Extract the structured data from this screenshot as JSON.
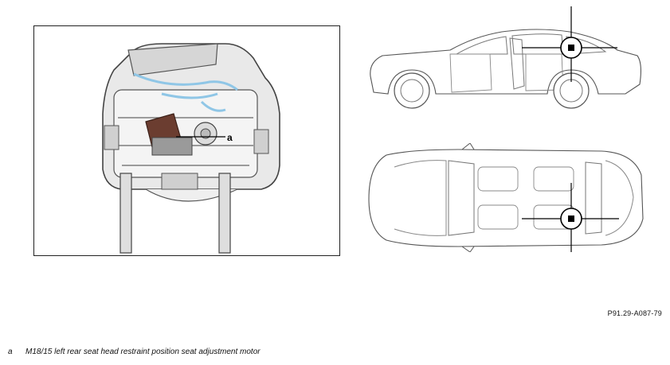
{
  "figure": {
    "callout_letter": "a",
    "figure_id": "P91.29-A087-79"
  },
  "legend": {
    "items": [
      {
        "key": "a",
        "text": "M18/15 left rear seat head restraint position seat adjustment motor"
      }
    ]
  }
}
